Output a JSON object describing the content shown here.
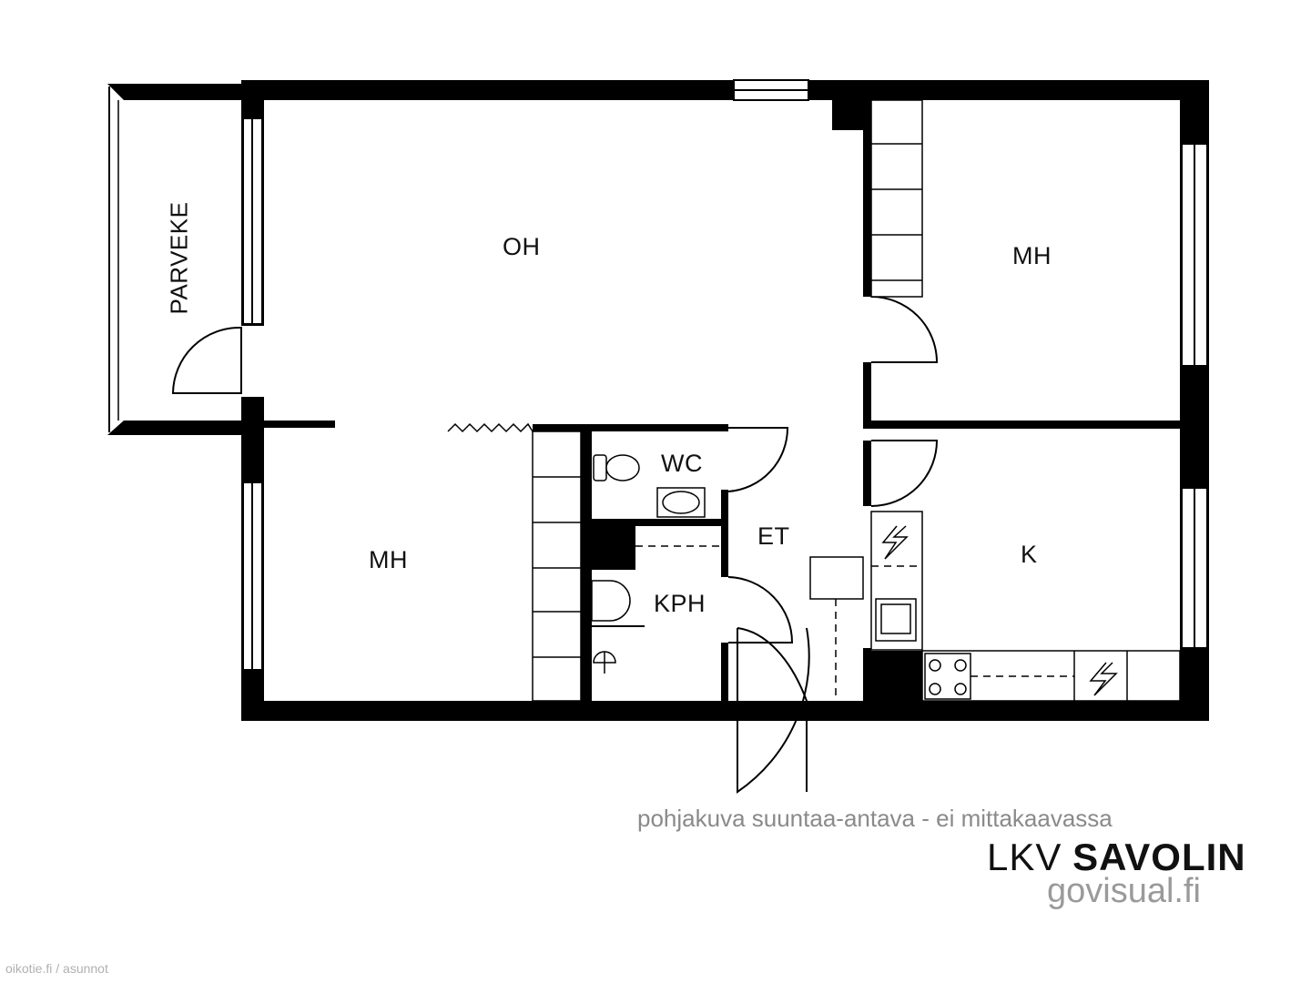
{
  "rooms": {
    "oh": "OH",
    "mh_top_right": "MH",
    "mh_bottom_left": "MH",
    "parveke": "PARVEKE",
    "wc": "WC",
    "et": "ET",
    "kph": "KPH",
    "k": "K"
  },
  "footer": {
    "disclaimer": "pohjakuva suuntaa-antava - ei mittakaavassa",
    "brand_prefix": "LKV",
    "brand_name": "SAVOLIN",
    "website": "govisual.fi",
    "watermark": "oikotie.fi / asunnot"
  },
  "colors": {
    "wall": "#000000",
    "line": "#111111",
    "caption": "#8a8a8a",
    "watermark": "#b0b0b0"
  }
}
